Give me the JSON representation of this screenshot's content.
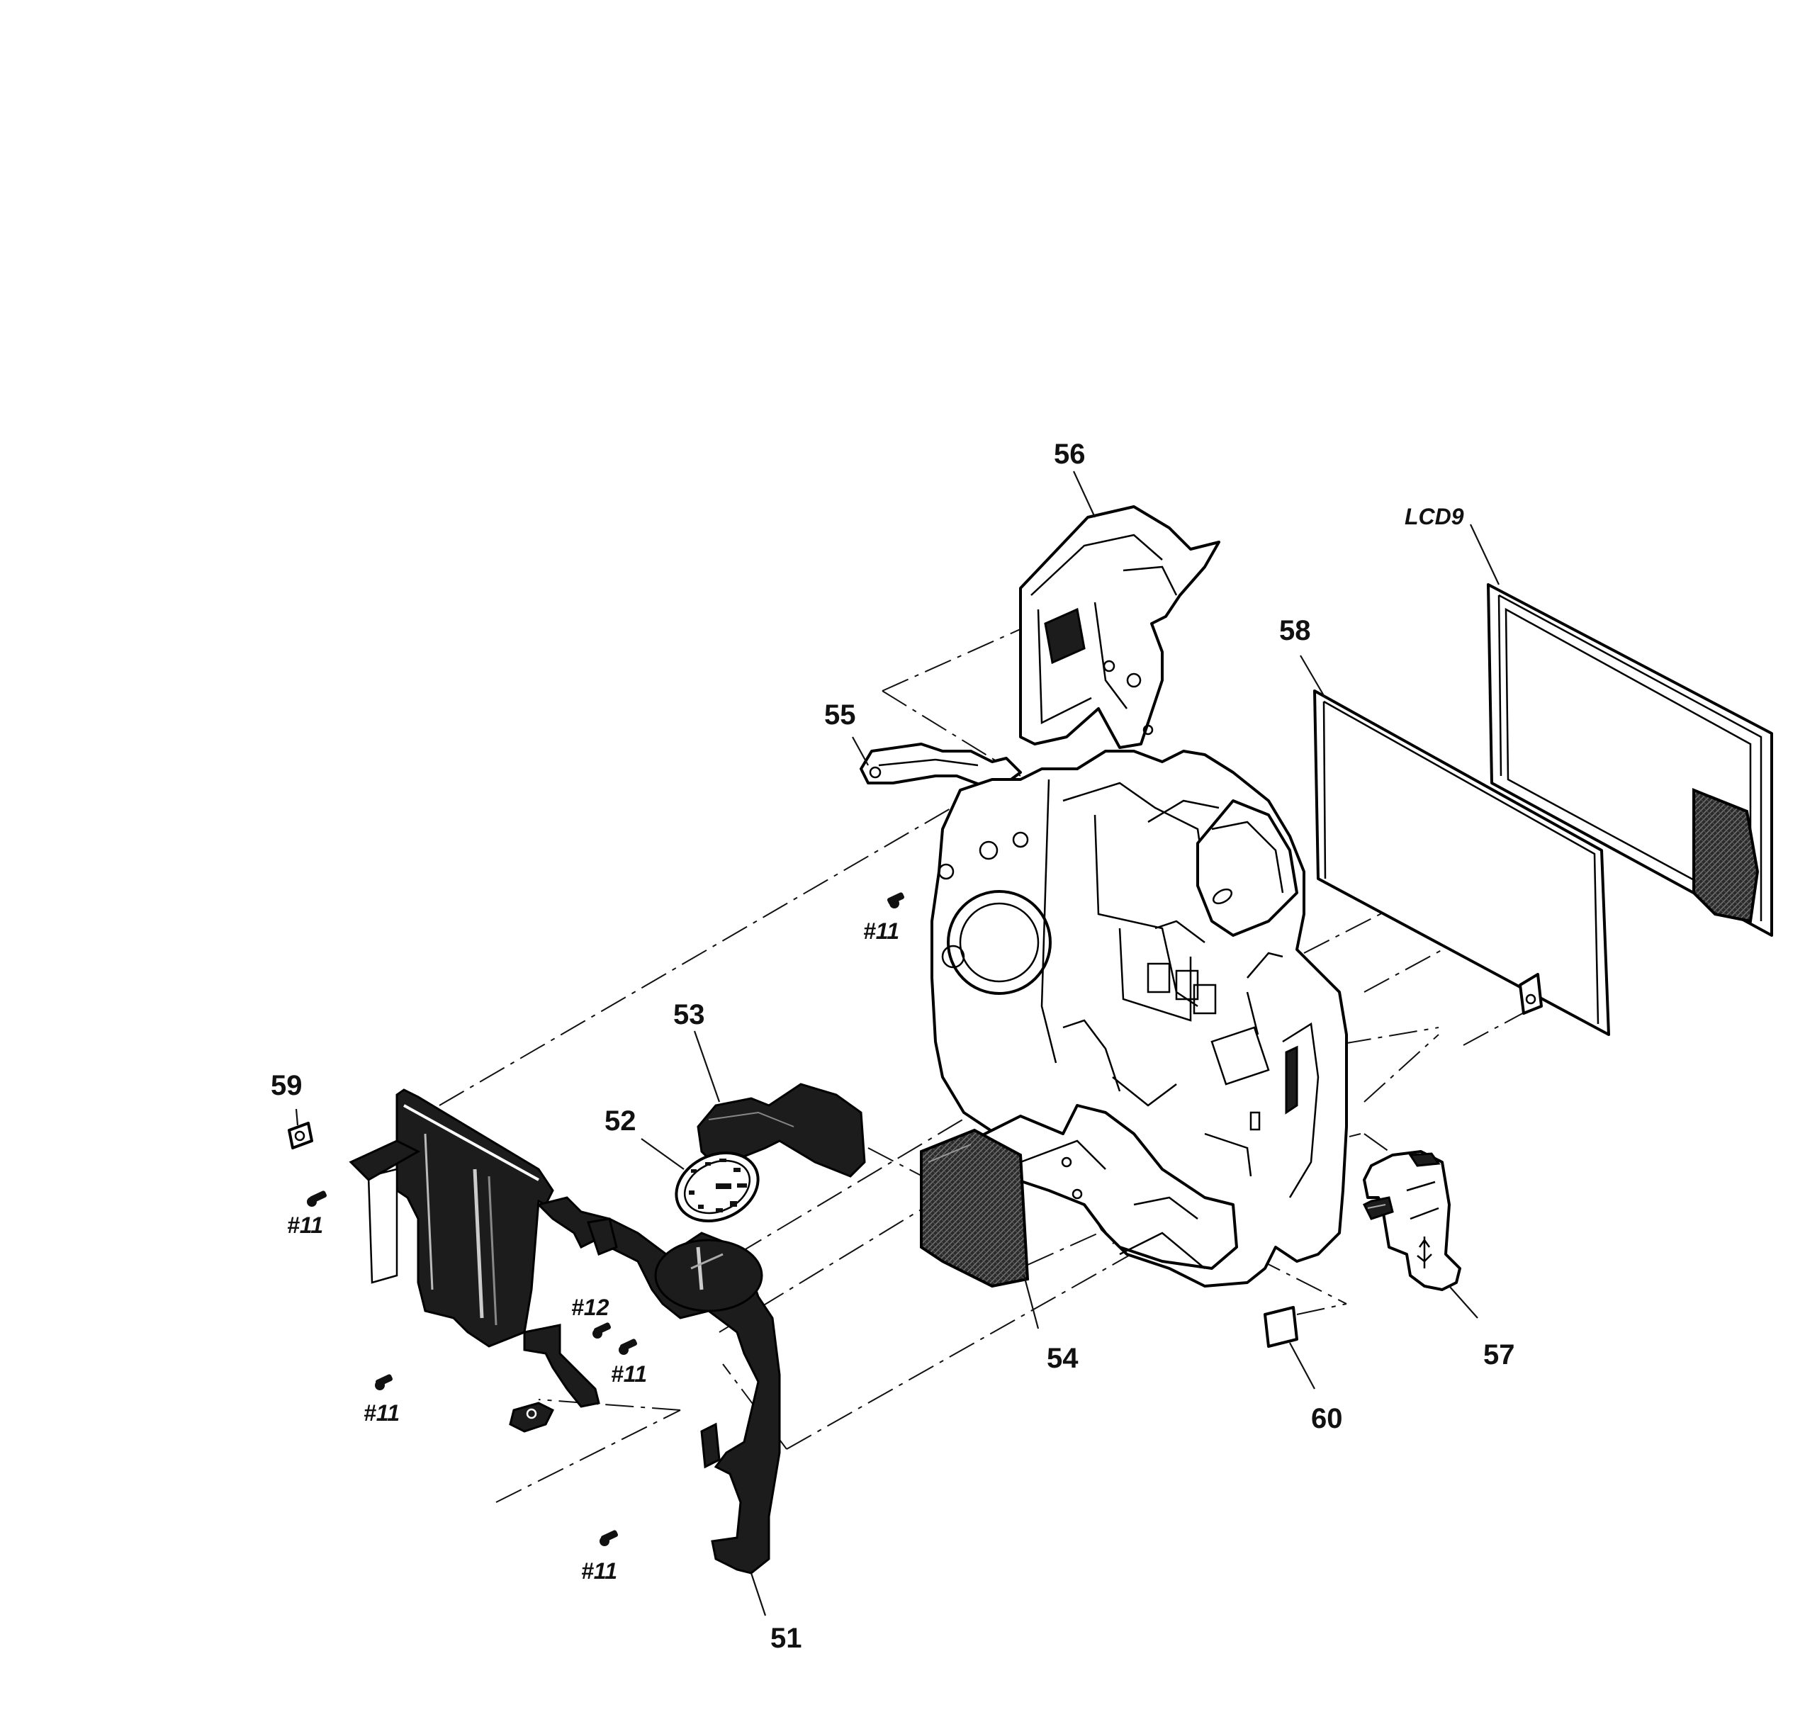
{
  "callouts": {
    "p51": "51",
    "p52": "52",
    "p53": "53",
    "p54": "54",
    "p55": "55",
    "p56": "56",
    "p57": "57",
    "p58": "58",
    "p59": "59",
    "p60": "60",
    "lcd9": "LCD9"
  },
  "screws": {
    "s11_a": "#11",
    "s11_b": "#11",
    "s11_c": "#11",
    "s11_d": "#11",
    "s11_e": "#11",
    "s12": "#12"
  }
}
